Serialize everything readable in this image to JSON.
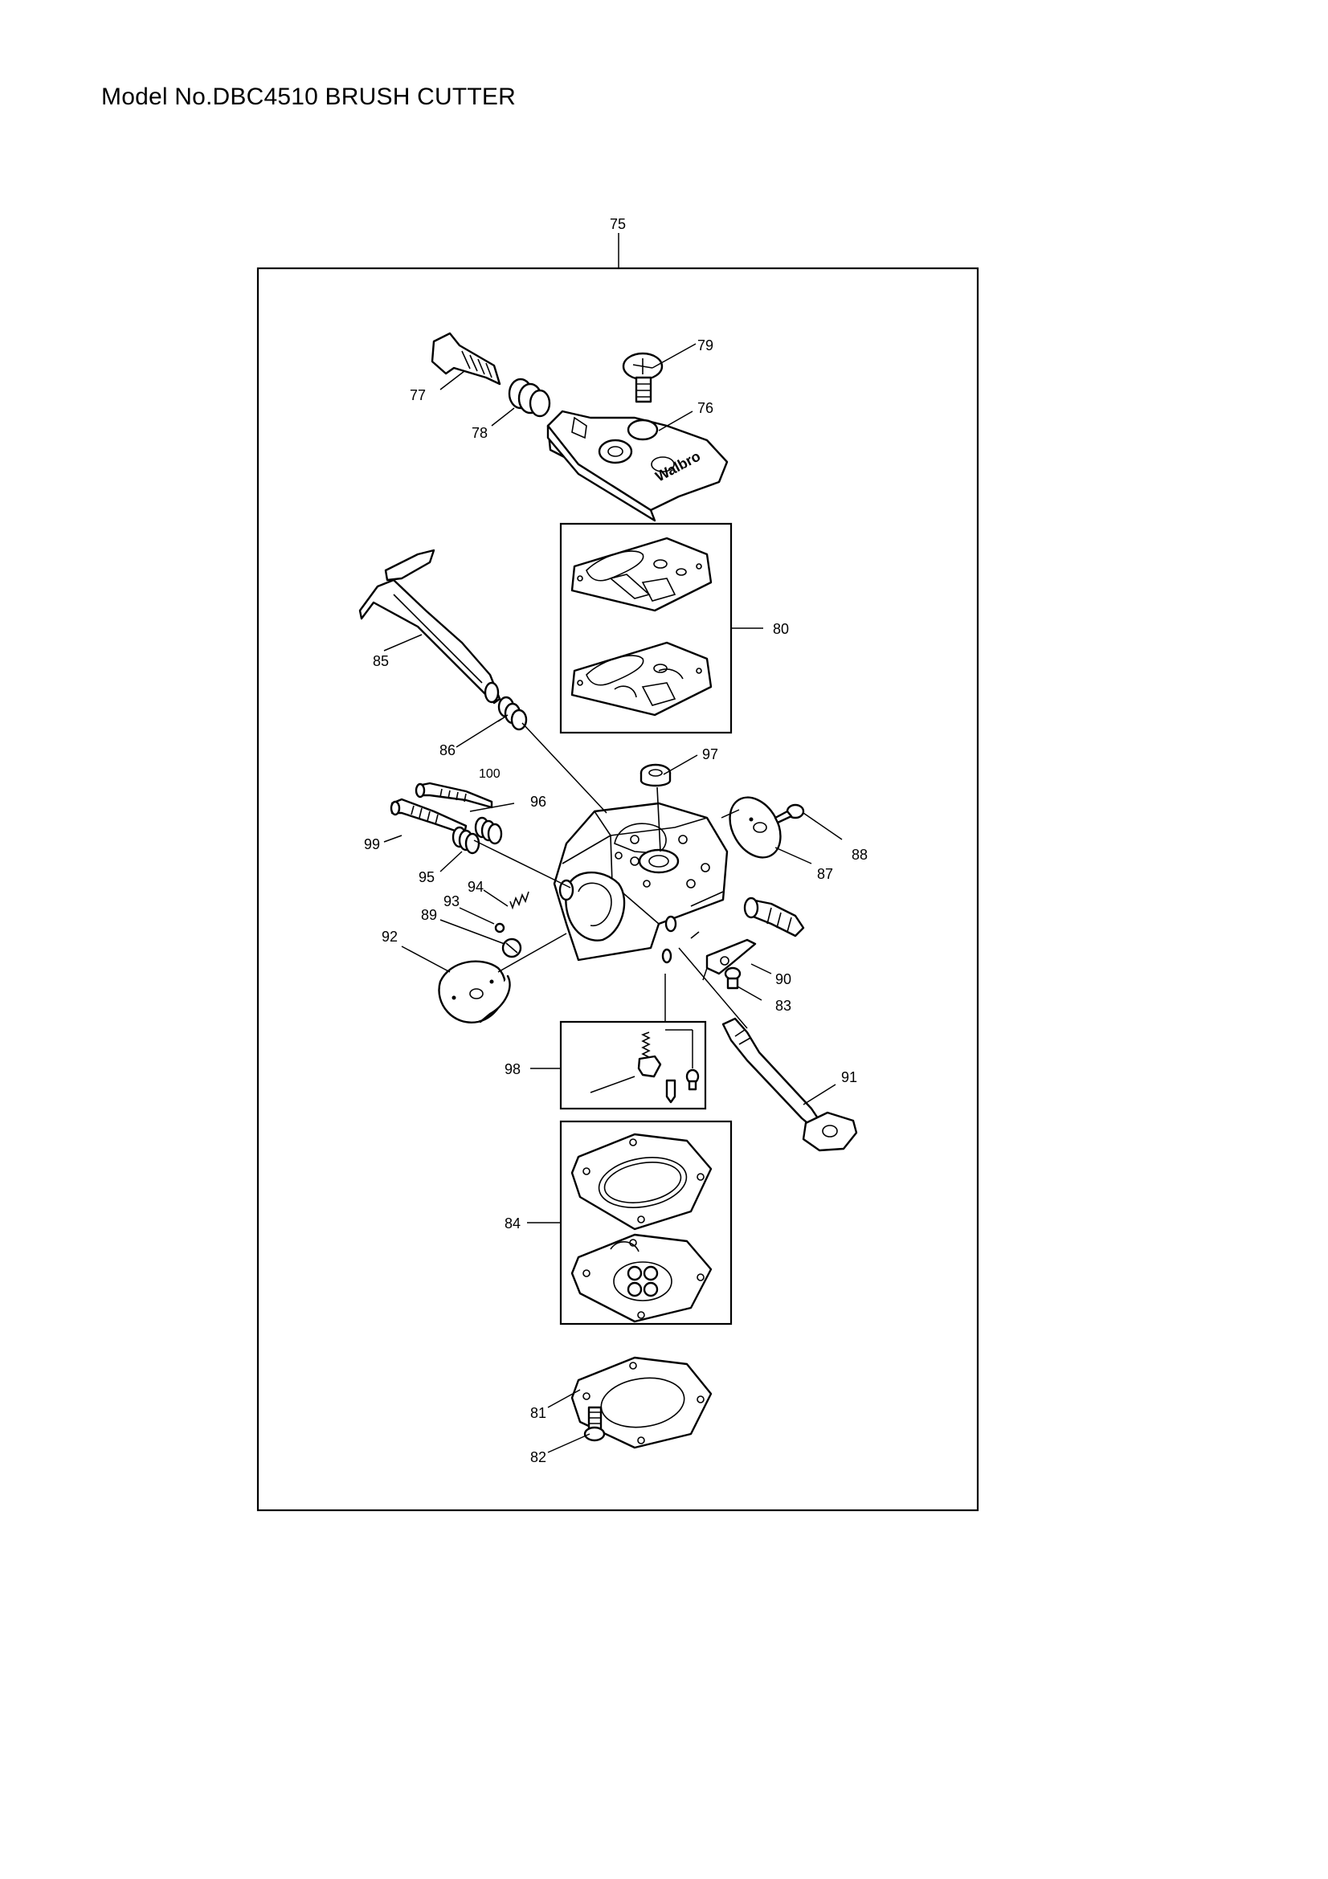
{
  "title": "Model No.DBC4510 BRUSH CUTTER",
  "part_labels": {
    "p75": "75",
    "p76": "76",
    "p77": "77",
    "p78": "78",
    "p79": "79",
    "p80": "80",
    "p81": "81",
    "p82": "82",
    "p83": "83",
    "p84": "84",
    "p85": "85",
    "p86": "86",
    "p87": "87",
    "p88": "88",
    "p89": "89",
    "p90": "90",
    "p91": "91",
    "p92": "92",
    "p93": "93",
    "p94": "94",
    "p95": "95",
    "p96": "96",
    "p97": "97",
    "p98": "98",
    "p99": "99",
    "p100": "100"
  },
  "cover_brand": "Walbro"
}
